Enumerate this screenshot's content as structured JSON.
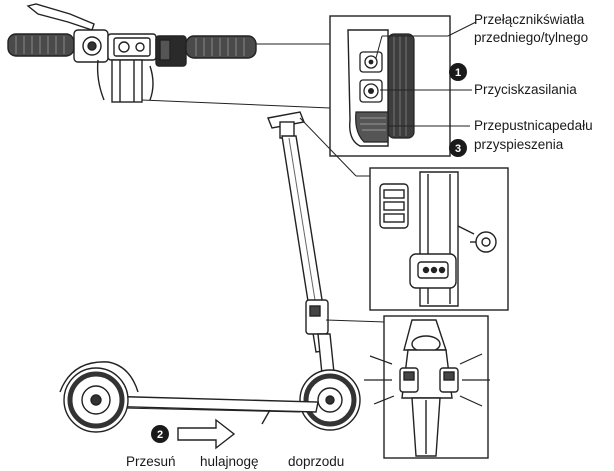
{
  "labels": {
    "lights_switch_line1": "Przełącznikświatła",
    "lights_switch_line2": "przedniego/tylnego",
    "power_button": "Przyciskzasilania",
    "throttle_line1": "Przepustnicapedału",
    "throttle_line2": "przyspieszenia"
  },
  "steps": {
    "step1": "1",
    "step2": "2",
    "step3": "3"
  },
  "caption": {
    "word1": "Przesuń",
    "word2": "hulajnogę",
    "word3": "doprzodu"
  }
}
